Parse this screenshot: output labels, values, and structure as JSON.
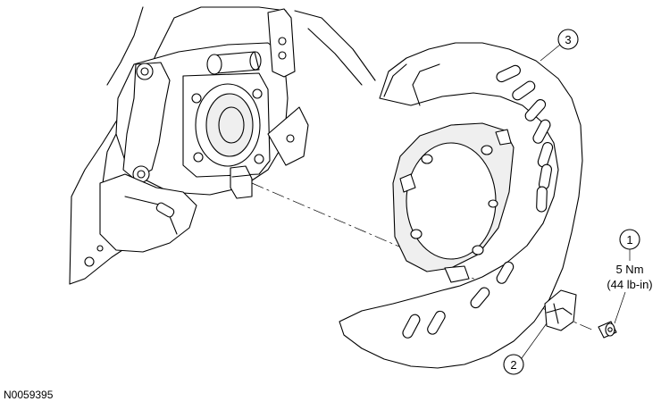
{
  "callouts": [
    {
      "number": "1",
      "torque_nm": "5 Nm",
      "torque_lbin": "(44 lb-in)"
    },
    {
      "number": "2"
    },
    {
      "number": "3"
    }
  ],
  "figure_id": "N0059395"
}
